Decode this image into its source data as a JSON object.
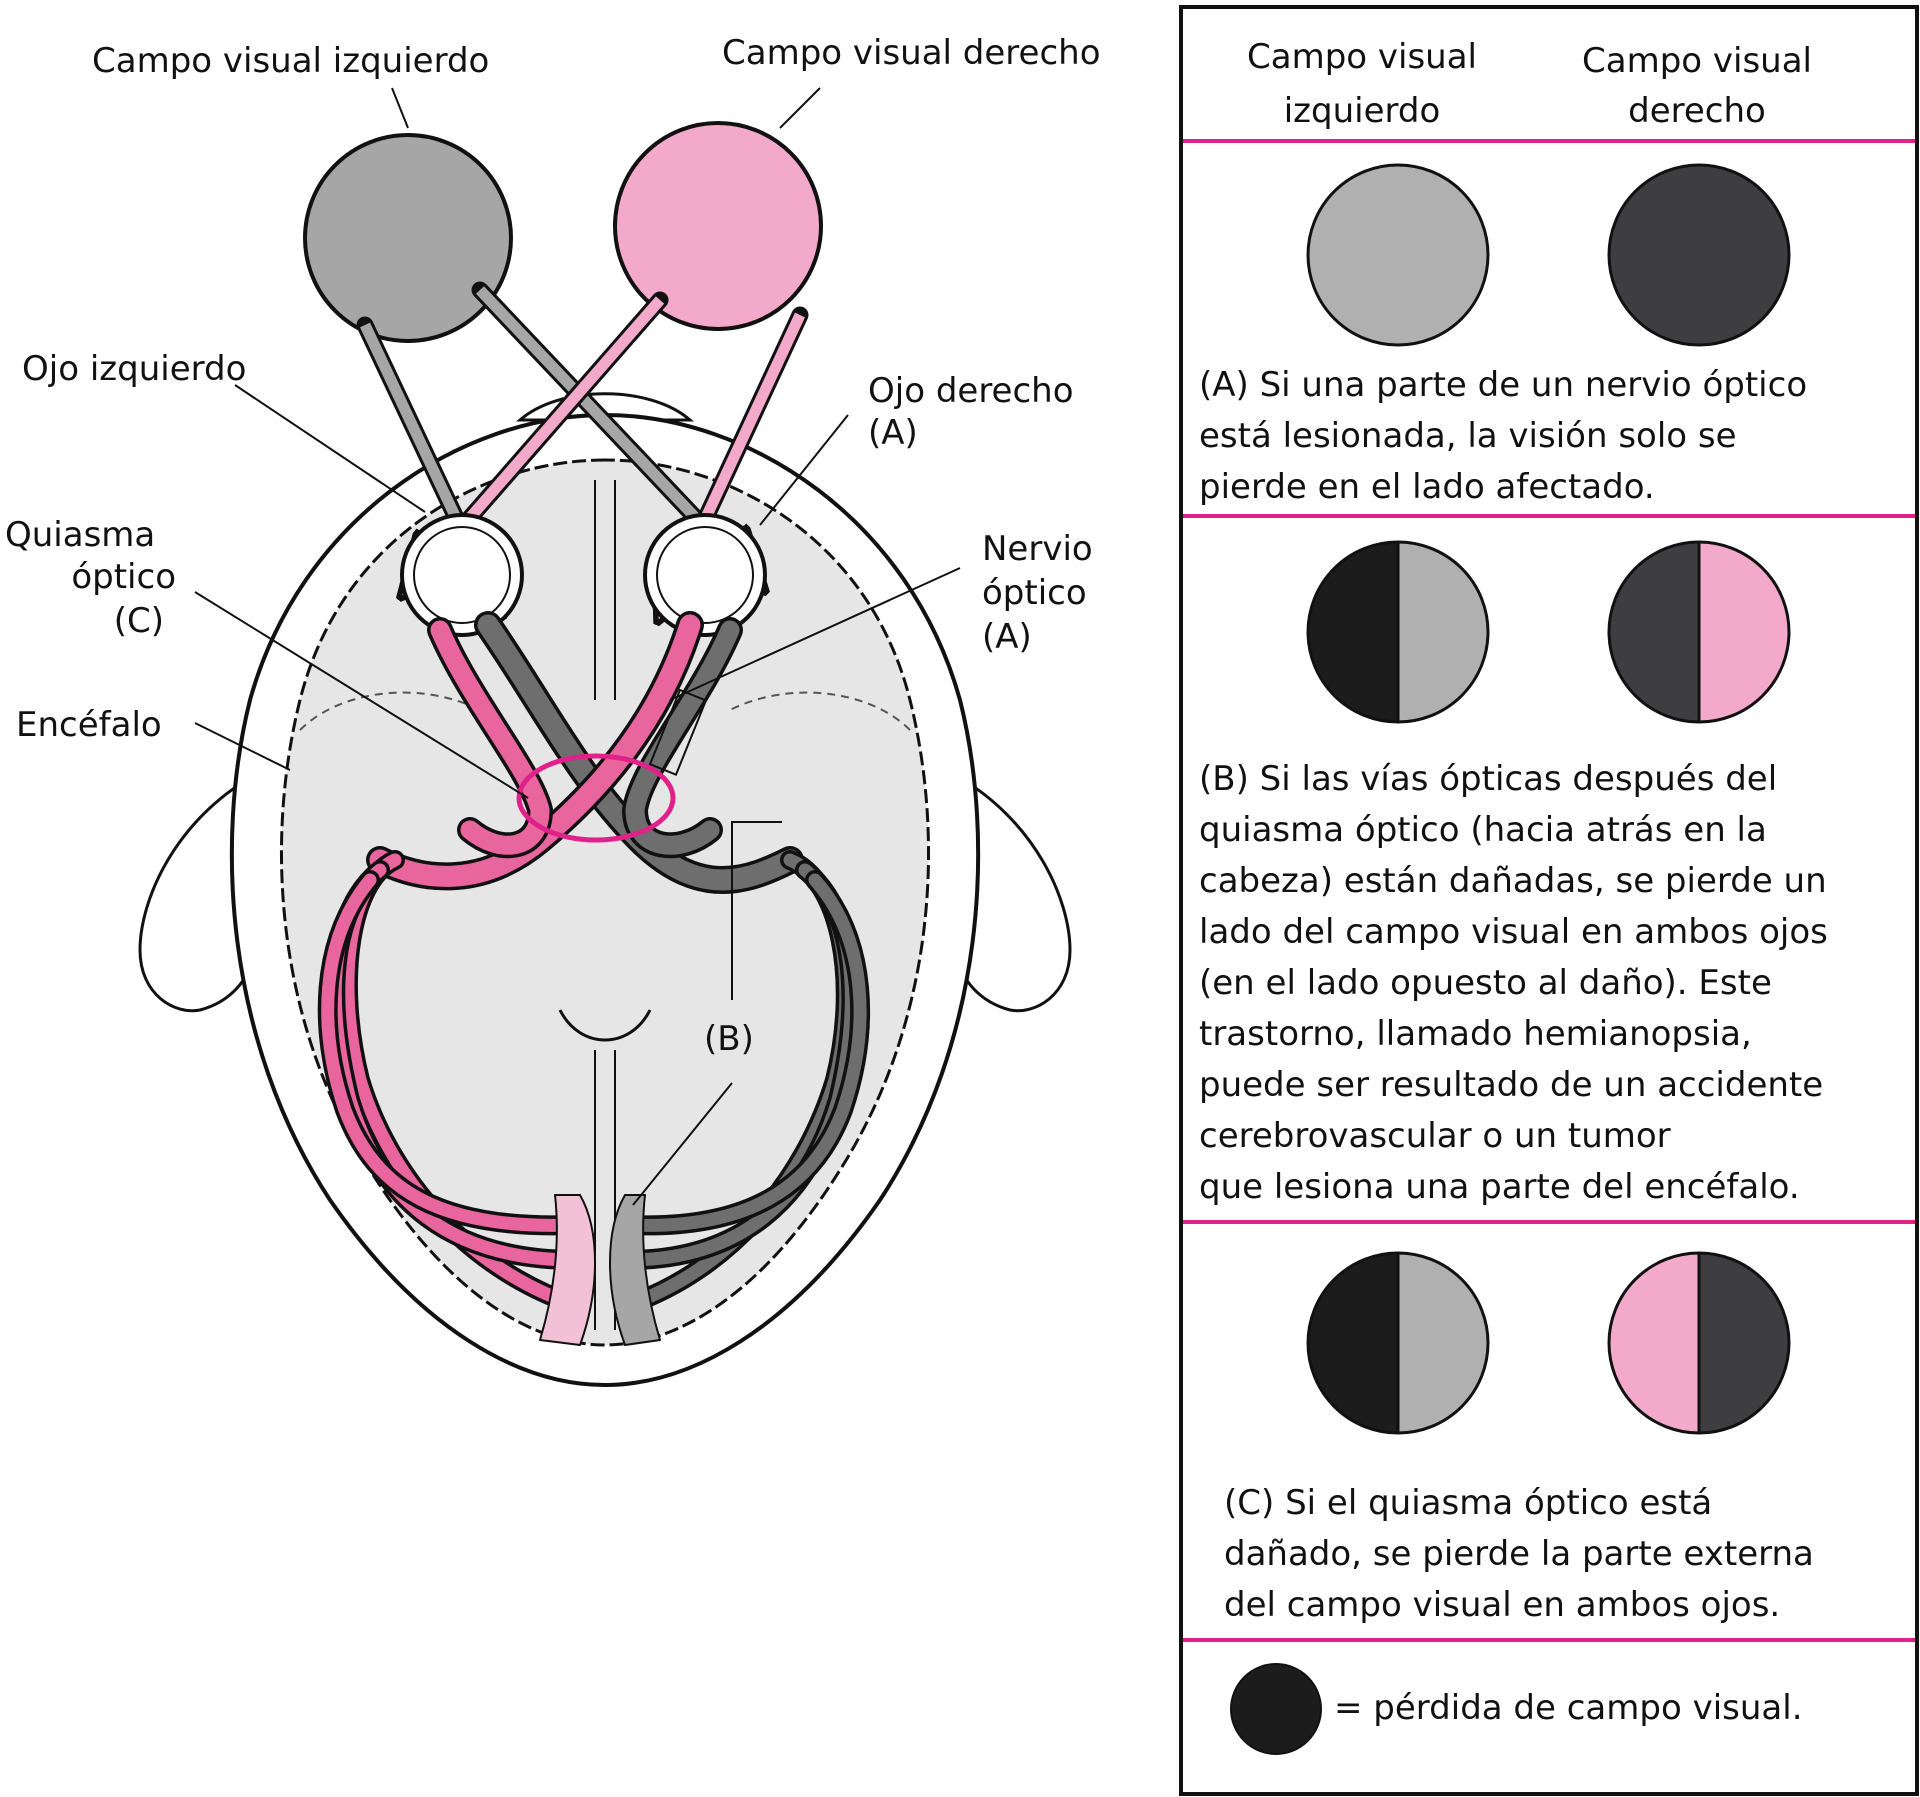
{
  "diagram": {
    "labels": {
      "left_field": "Campo visual izquierdo",
      "right_field": "Campo visual derecho",
      "left_eye": "Ojo izquierdo",
      "right_eye_l1": "Ojo derecho",
      "right_eye_l2": "(A)",
      "chiasm_l1": "Quiasma",
      "chiasm_l2": "óptico",
      "chiasm_l3": "(C)",
      "brain": "Encéfalo",
      "nerve_l1": "Nervio",
      "nerve_l2": "óptico",
      "nerve_l3": "(A)",
      "tract_b": "(B)"
    },
    "colors": {
      "left_field": "#a6a6a6",
      "right_field": "#f3a9c9",
      "pink_path": "#e8659e",
      "gray_path": "#6e6e6e",
      "brain": "#e6e6e6",
      "highlight": "#e0218a",
      "loss": "#1c1c1c"
    }
  },
  "panel": {
    "header_left_l1": "Campo visual",
    "header_left_l2": "izquierdo",
    "header_right_l1": "Campo visual",
    "header_right_l2": "derecho",
    "section_a": {
      "lines": [
        "(A) Si una parte de un nervio óptico",
        "está lesionada, la visión solo se",
        "pierde en el lado afectado."
      ]
    },
    "section_b": {
      "lines": [
        "(B) Si las vías ópticas después del",
        "quiasma óptico (hacia atrás en la",
        "cabeza) están dañadas, se pierde un",
        "lado del campo visual en ambos ojos",
        "(en el lado opuesto al daño). Este",
        "trastorno, llamado hemianopsia,",
        "puede ser resultado de un accidente",
        "cerebrovascular o un tumor",
        "que lesiona una parte del encéfalo."
      ]
    },
    "section_c": {
      "lines": [
        "(C) Si el quiasma óptico está",
        "dañado, se pierde la parte externa",
        "del campo visual en ambos ojos."
      ]
    },
    "legend": "= pérdida de campo visual.",
    "colors": {
      "left_ok": "#b0b0b0",
      "right_ok": "#f3a9c9",
      "dark_gray": "#3e3e40",
      "loss": "#1c1c1c",
      "divider": "#e0218a",
      "border": "#111111"
    }
  }
}
